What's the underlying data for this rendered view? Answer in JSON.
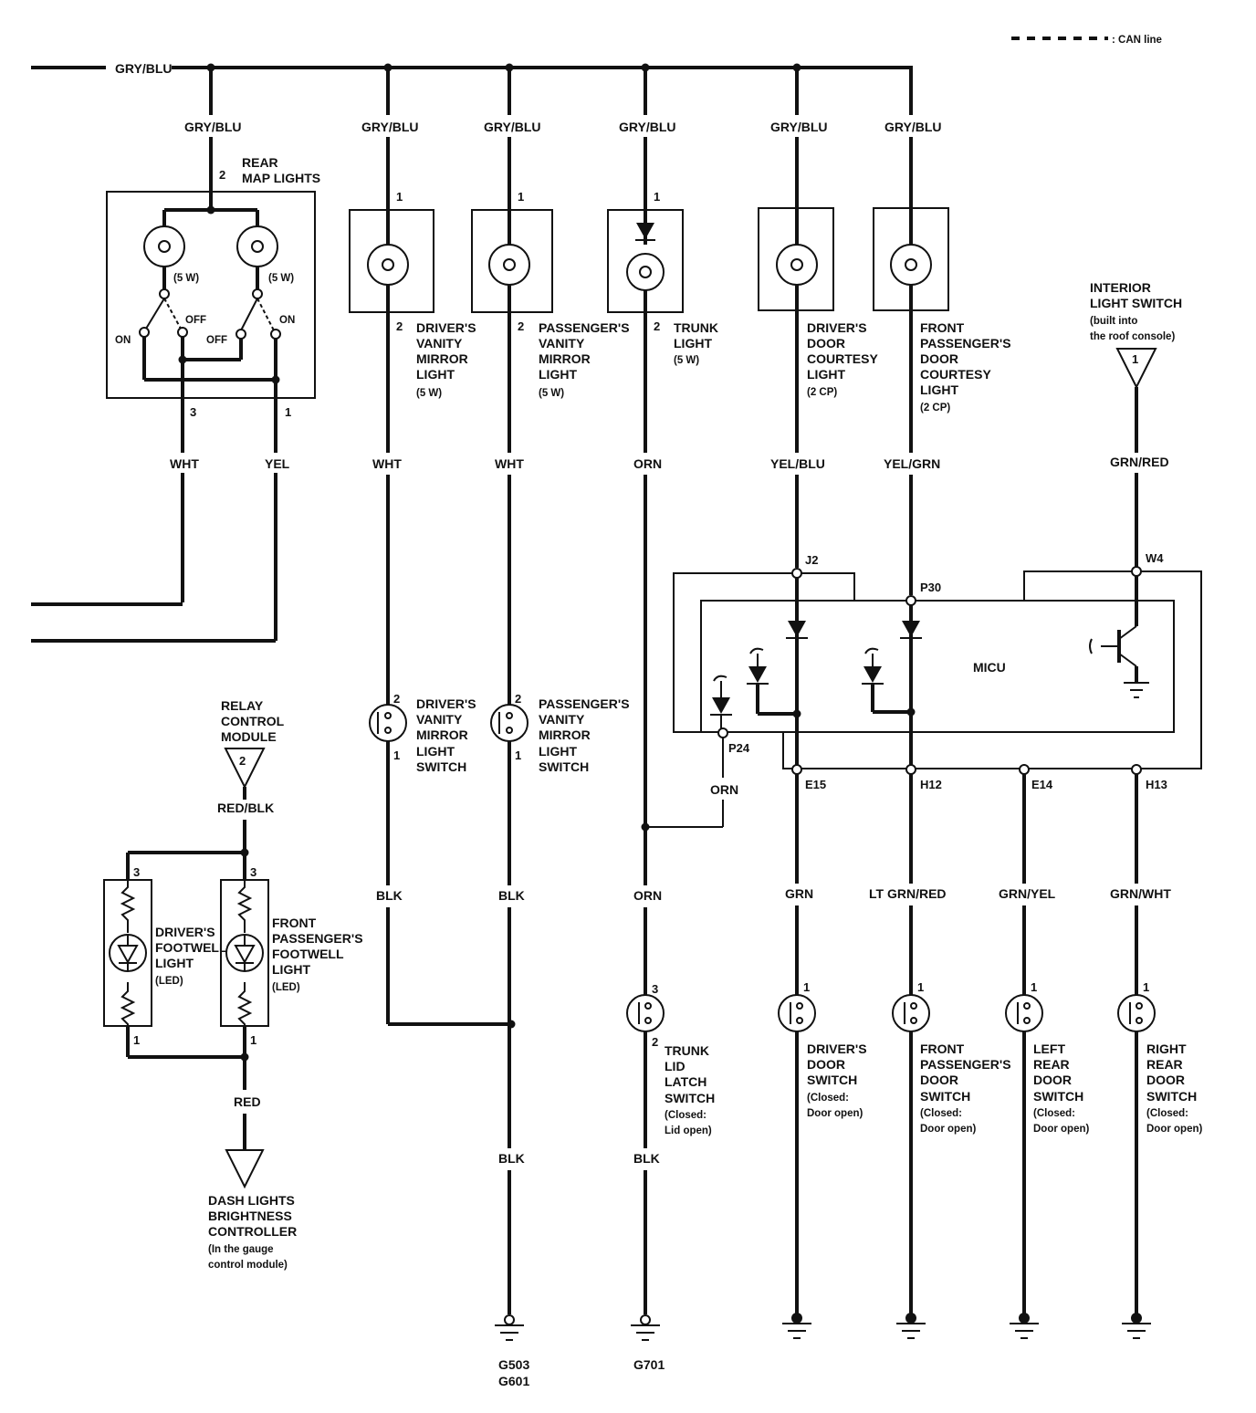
{
  "legend": {
    "can_line": ": CAN line"
  },
  "wires": {
    "gry_blu": "GRY/BLU",
    "wht": "WHT",
    "yel": "YEL",
    "orn": "ORN",
    "yel_blu": "YEL/BLU",
    "yel_grn": "YEL/GRN",
    "grn_red": "GRN/RED",
    "blk": "BLK",
    "red_blk": "RED/BLK",
    "red": "RED",
    "grn": "GRN",
    "lt_grn_red": "LT GRN/RED",
    "grn_yel": "GRN/YEL",
    "grn_wht": "GRN/WHT"
  },
  "pins": {
    "p1": "1",
    "p2": "2",
    "p3": "3"
  },
  "rear_map": {
    "title": [
      "REAR",
      "MAP LIGHTS"
    ],
    "watt": "(5 W)",
    "on": "ON",
    "off": "OFF"
  },
  "components": {
    "drv_vanity_light": [
      "DRIVER'S",
      "VANITY",
      "MIRROR",
      "LIGHT",
      "(5 W)"
    ],
    "pas_vanity_light": [
      "PASSENGER'S",
      "VANITY",
      "MIRROR",
      "LIGHT",
      "(5 W)"
    ],
    "trunk_light": [
      "TRUNK",
      "LIGHT",
      "(5 W)"
    ],
    "drv_courtesy": [
      "DRIVER'S",
      "DOOR",
      "COURTESY",
      "LIGHT",
      "(2 CP)"
    ],
    "pas_courtesy": [
      "FRONT",
      "PASSENGER'S",
      "DOOR",
      "COURTESY",
      "LIGHT",
      "(2 CP)"
    ],
    "interior_switch": [
      "INTERIOR",
      "LIGHT SWITCH",
      "(built into",
      "the roof console)"
    ],
    "drv_vanity_switch": [
      "DRIVER'S",
      "VANITY",
      "MIRROR",
      "LIGHT",
      "SWITCH"
    ],
    "pas_vanity_switch": [
      "PASSENGER'S",
      "VANITY",
      "MIRROR",
      "LIGHT",
      "SWITCH"
    ],
    "relay_module": [
      "RELAY",
      "CONTROL",
      "MODULE"
    ],
    "drv_footwell": [
      "DRIVER'S",
      "FOOTWELL",
      "LIGHT",
      "(LED)"
    ],
    "pas_footwell": [
      "FRONT",
      "PASSENGER'S",
      "FOOTWELL",
      "LIGHT",
      "(LED)"
    ],
    "dash_controller": [
      "DASH LIGHTS",
      "BRIGHTNESS",
      "CONTROLLER",
      "(In the gauge",
      "control module)"
    ],
    "trunk_switch": [
      "TRUNK",
      "LID",
      "LATCH",
      "SWITCH",
      "(Closed:",
      "Lid open)"
    ],
    "drv_door_switch": [
      "DRIVER'S",
      "DOOR",
      "SWITCH",
      "(Closed:",
      "Door open)"
    ],
    "pas_door_switch": [
      "FRONT",
      "PASSENGER'S",
      "DOOR",
      "SWITCH",
      "(Closed:",
      "Door open)"
    ],
    "lr_door_switch": [
      "LEFT",
      "REAR",
      "DOOR",
      "SWITCH",
      "(Closed:",
      "Door open)"
    ],
    "rr_door_switch": [
      "RIGHT",
      "REAR",
      "DOOR",
      "SWITCH",
      "(Closed:",
      "Door open)"
    ]
  },
  "micu": {
    "label": "MICU",
    "j2": "J2",
    "p30": "P30",
    "w4": "W4",
    "p24": "P24",
    "e15": "E15",
    "h12": "H12",
    "e14": "E14",
    "h13": "H13"
  },
  "grounds": {
    "g503": "G503",
    "g601": "G601",
    "g701": "G701"
  }
}
